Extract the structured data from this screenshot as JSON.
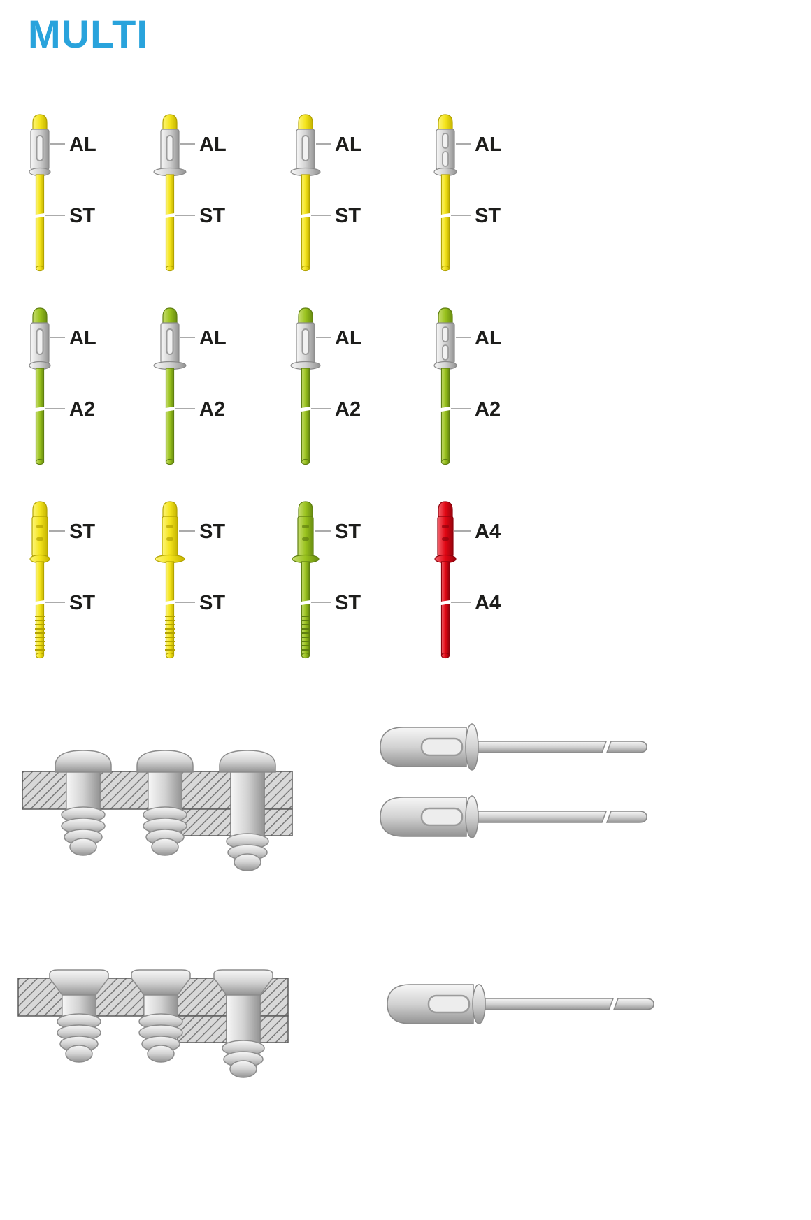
{
  "title": "MULTI",
  "colors": {
    "title": "#29a3dc",
    "label": "#1d1d1b",
    "leader_line": "#8f8f8f",
    "aluminium": "#c8c8c8",
    "alu_dark": "#8a8a8a",
    "steel_yellow": "#f4e41c",
    "steel_dark": "#b3a300",
    "a2_green": "#99c21d",
    "a2_dark": "#5f7f10",
    "a4_red": "#e30613",
    "a4_dark": "#8e030d"
  },
  "rows": [
    {
      "name": "alu-body-steel-mandrel",
      "rivets": [
        {
          "style": "single-slot",
          "flange_rx": 15,
          "body_material": "alu",
          "mandrel_material": "steel",
          "top_label": "AL",
          "bottom_label": "ST"
        },
        {
          "style": "single-slot",
          "flange_rx": 23,
          "body_material": "alu",
          "mandrel_material": "steel",
          "top_label": "AL",
          "bottom_label": "ST"
        },
        {
          "style": "single-slot",
          "flange_rx": 21,
          "body_material": "alu",
          "mandrel_material": "steel",
          "top_label": "AL",
          "bottom_label": "ST"
        },
        {
          "style": "two-slots",
          "flange_rx": 16,
          "body_material": "alu",
          "mandrel_material": "steel",
          "top_label": "AL",
          "bottom_label": "ST"
        }
      ]
    },
    {
      "name": "alu-body-a2-mandrel",
      "rivets": [
        {
          "style": "single-slot",
          "flange_rx": 15,
          "body_material": "alu",
          "mandrel_material": "a2",
          "top_label": "AL",
          "bottom_label": "A2"
        },
        {
          "style": "single-slot",
          "flange_rx": 23,
          "body_material": "alu",
          "mandrel_material": "a2",
          "top_label": "AL",
          "bottom_label": "A2"
        },
        {
          "style": "single-slot",
          "flange_rx": 21,
          "body_material": "alu",
          "mandrel_material": "a2",
          "top_label": "AL",
          "bottom_label": "A2"
        },
        {
          "style": "two-slots",
          "flange_rx": 16,
          "body_material": "alu",
          "mandrel_material": "a2",
          "top_label": "AL",
          "bottom_label": "A2"
        }
      ]
    },
    {
      "name": "mono-material",
      "rivets": [
        {
          "style": "mono-threaded",
          "flange_rx": 14,
          "body_material": "steel",
          "mandrel_material": "steel",
          "top_label": "ST",
          "bottom_label": "ST"
        },
        {
          "style": "mono-threaded",
          "flange_rx": 21,
          "body_material": "steel",
          "mandrel_material": "steel",
          "top_label": "ST",
          "bottom_label": "ST"
        },
        {
          "style": "mono-threaded",
          "flange_rx": 19,
          "body_material": "a2",
          "mandrel_material": "a2",
          "top_label": "ST",
          "bottom_label": "ST"
        },
        {
          "style": "mono-smooth",
          "flange_rx": 15,
          "body_material": "a4",
          "mandrel_material": "a4",
          "top_label": "A4",
          "bottom_label": "A4"
        }
      ]
    }
  ],
  "figures": {
    "cross_section_dome": "dome-head-rivets-set-cross-section",
    "cross_section_countersunk": "countersunk-rivets-set-cross-section",
    "side_views": [
      "blind-rivet-side-view-flat-flange",
      "blind-rivet-side-view-trumpet-flange",
      "blind-rivet-side-view-small-flange"
    ]
  }
}
